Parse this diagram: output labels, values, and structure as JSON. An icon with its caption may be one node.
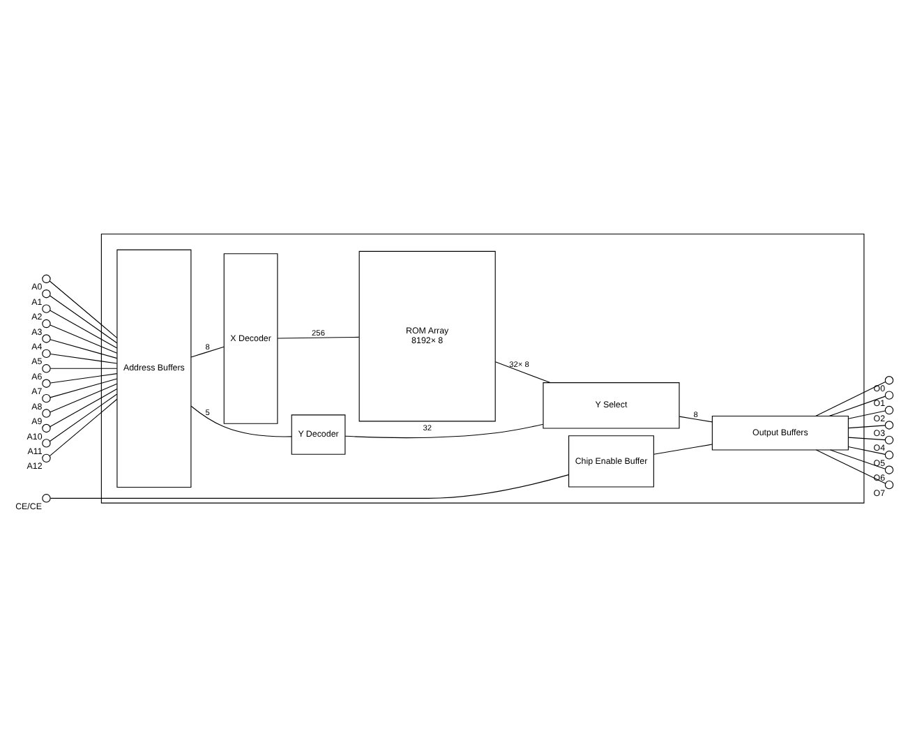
{
  "diagram": {
    "nodes": [
      {
        "text": [],
        "shape": "box"
      },
      {
        "text": [
          "Chip Enable Buffer"
        ],
        "in": 0
      },
      {
        "text": [
          "Output Buffers"
        ],
        "in": 0
      },
      {
        "text": [
          "Address Buffers"
        ],
        "in": 0
      },
      {
        "text": [
          "Y Decoder"
        ],
        "in": 0
      },
      {
        "text": [
          "Y Select"
        ],
        "in": 0
      },
      {
        "text": [
          "X Decoder"
        ],
        "in": 0
      },
      {
        "text": [
          "ROM Array",
          "8192× 8"
        ],
        "in": 0
      },
      {
        "text": [],
        "shape": "circle",
        "beside": [
          "CE/CE"
        ]
      },
      {
        "text": [],
        "shape": "circle",
        "beside": [
          "A0"
        ]
      },
      {
        "text": [],
        "shape": "circle",
        "beside": [
          "A1"
        ]
      },
      {
        "text": [],
        "shape": "circle",
        "beside": [
          "A2"
        ]
      },
      {
        "text": [],
        "shape": "circle",
        "beside": [
          "A3"
        ]
      },
      {
        "text": [],
        "shape": "circle",
        "beside": [
          "A4"
        ]
      },
      {
        "text": [],
        "shape": "circle",
        "beside": [
          "A5"
        ]
      },
      {
        "text": [],
        "shape": "circle",
        "beside": [
          "A6"
        ]
      },
      {
        "text": [],
        "shape": "circle",
        "beside": [
          "A7"
        ]
      },
      {
        "text": [],
        "shape": "circle",
        "beside": [
          "A8"
        ]
      },
      {
        "text": [],
        "shape": "circle",
        "beside": [
          "A9"
        ]
      },
      {
        "text": [],
        "shape": "circle",
        "beside": [
          "A10"
        ]
      },
      {
        "text": [],
        "shape": "circle",
        "beside": [
          "A11"
        ]
      },
      {
        "text": [],
        "shape": "circle",
        "beside": [
          "A12"
        ]
      },
      {
        "text": [],
        "shape": "circle",
        "beside": [
          "O0"
        ]
      },
      {
        "text": [],
        "shape": "circle",
        "beside": [
          "O1"
        ]
      },
      {
        "text": [],
        "shape": "circle",
        "beside": [
          "O2"
        ]
      },
      {
        "text": [],
        "shape": "circle",
        "beside": [
          "O3"
        ]
      },
      {
        "text": [],
        "shape": "circle",
        "beside": [
          "O4"
        ]
      },
      {
        "text": [],
        "shape": "circle",
        "beside": [
          "O5"
        ]
      },
      {
        "text": [],
        "shape": "circle",
        "beside": [
          "O6"
        ]
      },
      {
        "text": [],
        "shape": "circle",
        "beside": [
          "O7"
        ]
      }
    ],
    "edges": [
      {
        "from": 8,
        "to": 1,
        "arrow": "none"
      },
      {
        "from": 1,
        "to": 2,
        "arrow": "none"
      },
      {
        "from": 9,
        "to": 3,
        "arrow": "none"
      },
      {
        "from": 10,
        "to": 3,
        "arrow": "none"
      },
      {
        "from": 11,
        "to": 3,
        "arrow": "none"
      },
      {
        "from": 12,
        "to": 3,
        "arrow": "none"
      },
      {
        "from": 13,
        "to": 3,
        "arrow": "none"
      },
      {
        "from": 14,
        "to": 3,
        "arrow": "none"
      },
      {
        "from": 15,
        "to": 3,
        "arrow": "none"
      },
      {
        "from": 16,
        "to": 3,
        "arrow": "none"
      },
      {
        "from": 17,
        "to": 3,
        "arrow": "none"
      },
      {
        "from": 18,
        "to": 3,
        "arrow": "none"
      },
      {
        "from": 19,
        "to": 3,
        "arrow": "none"
      },
      {
        "from": 20,
        "to": 3,
        "arrow": "none"
      },
      {
        "from": 21,
        "to": 3,
        "arrow": "none"
      },
      {
        "from": 3,
        "to": 4,
        "label": "5",
        "arrow": "none"
      },
      {
        "from": 3,
        "to": 6,
        "label": "8",
        "arrow": "none"
      },
      {
        "from": 4,
        "to": 5,
        "label": "32",
        "arrow": "none"
      },
      {
        "from": 6,
        "to": 7,
        "label": "256",
        "arrow": "none"
      },
      {
        "from": 7,
        "to": 5,
        "label": "32× 8",
        "arrow": "none"
      },
      {
        "from": 5,
        "to": 2,
        "label": "8",
        "arrow": "none"
      },
      {
        "from": 2,
        "to": 22,
        "arrow": "none"
      },
      {
        "from": 2,
        "to": 23,
        "arrow": "none"
      },
      {
        "from": 2,
        "to": 24,
        "arrow": "none"
      },
      {
        "from": 2,
        "to": 25,
        "arrow": "none"
      },
      {
        "from": 2,
        "to": 26,
        "arrow": "none"
      },
      {
        "from": 2,
        "to": 27,
        "arrow": "none"
      },
      {
        "from": 2,
        "to": 28,
        "arrow": "none"
      },
      {
        "from": 2,
        "to": 29,
        "arrow": "none"
      }
    ]
  }
}
